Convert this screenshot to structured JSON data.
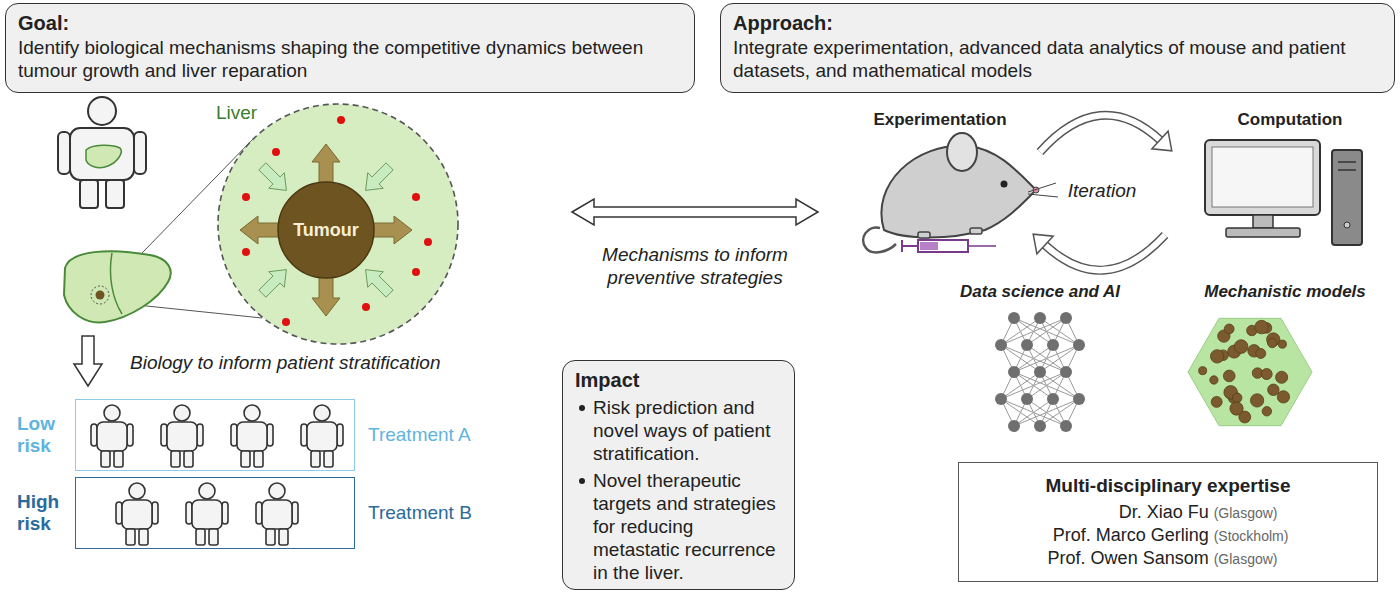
{
  "diagram": {
    "nodes": [
      {
        "text": [
          "Goal:",
          "Identify biological mechanisms shaping the competitive dynamics between tumour growth and liver reparation"
        ]
      },
      {
        "text": [
          "Approach:",
          "Integrate experimentation, advanced data analytics of mouse and patient datasets, and mathematical models"
        ]
      },
      {
        "text": [
          "Liver"
        ]
      },
      {
        "text": [
          "Tumour"
        ],
        "in": 2
      },
      {
        "text": [
          "Low risk",
          "Treatment A"
        ]
      },
      {
        "text": [
          "High risk",
          "Treatment B"
        ]
      },
      {
        "text": [
          "Impact",
          "Risk prediction and novel ways of patient stratification.",
          "Novel therapeutic targets and strategies for reducing metastatic recurrence in the liver."
        ]
      },
      {
        "text": [
          "Multi-disciplinary expertise",
          "Dr. Xiao Fu",
          "(Glasgow)",
          "Prof. Marco Gerling",
          "(Stockholm)",
          "Prof. Owen Sansom",
          "(Glasgow)"
        ]
      }
    ],
    "labels": [
      "Biology to inform patient stratification",
      "Mechanisms to inform preventive strategies",
      "Experimentation",
      "Iteration",
      "Computation",
      "Data science and AI",
      "Mechanistic models"
    ]
  }
}
